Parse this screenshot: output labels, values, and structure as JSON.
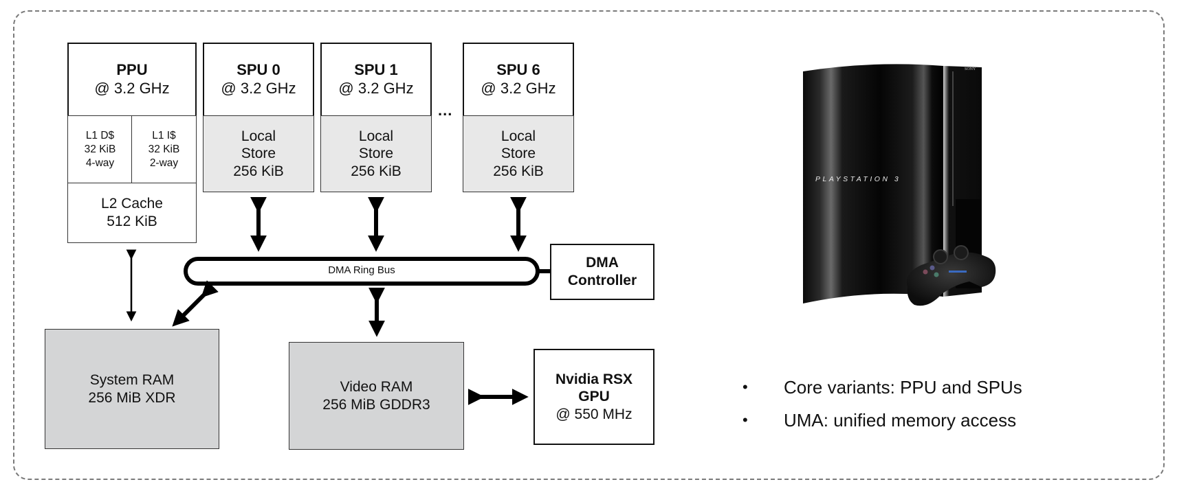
{
  "diagram": {
    "ppu": {
      "name": "PPU",
      "clock": "@ 3.2 GHz",
      "l1d": {
        "line1": "L1 D$",
        "line2": "32 KiB",
        "line3": "4-way"
      },
      "l1i": {
        "line1": "L1 I$",
        "line2": "32 KiB",
        "line3": "2-way"
      },
      "l2": {
        "line1": "L2 Cache",
        "line2": "512 KiB"
      }
    },
    "spus": [
      {
        "name": "SPU 0",
        "clock": "@ 3.2 GHz",
        "store1": "Local",
        "store2": "Store",
        "store3": "256 KiB"
      },
      {
        "name": "SPU 1",
        "clock": "@ 3.2 GHz",
        "store1": "Local",
        "store2": "Store",
        "store3": "256 KiB"
      },
      {
        "name": "SPU 6",
        "clock": "@ 3.2 GHz",
        "store1": "Local",
        "store2": "Store",
        "store3": "256 KiB"
      }
    ],
    "ellipsis": "...",
    "ring_bus": "DMA Ring Bus",
    "dma_controller": {
      "line1": "DMA",
      "line2": "Controller"
    },
    "system_ram": {
      "line1": "System RAM",
      "line2": "256 MiB XDR"
    },
    "video_ram": {
      "line1": "Video RAM",
      "line2": "256 MiB GDDR3"
    },
    "gpu": {
      "line1": "Nvidia RSX",
      "line2": "GPU",
      "line3": "@ 550 MHz"
    }
  },
  "console_image": {
    "logo_text": "PLAYSTATION 3",
    "brand": "SONY"
  },
  "bullets": [
    {
      "marker": "•",
      "text": "Core variants: PPU and SPUs"
    },
    {
      "marker": "•",
      "text": "UMA: unified memory access"
    }
  ]
}
